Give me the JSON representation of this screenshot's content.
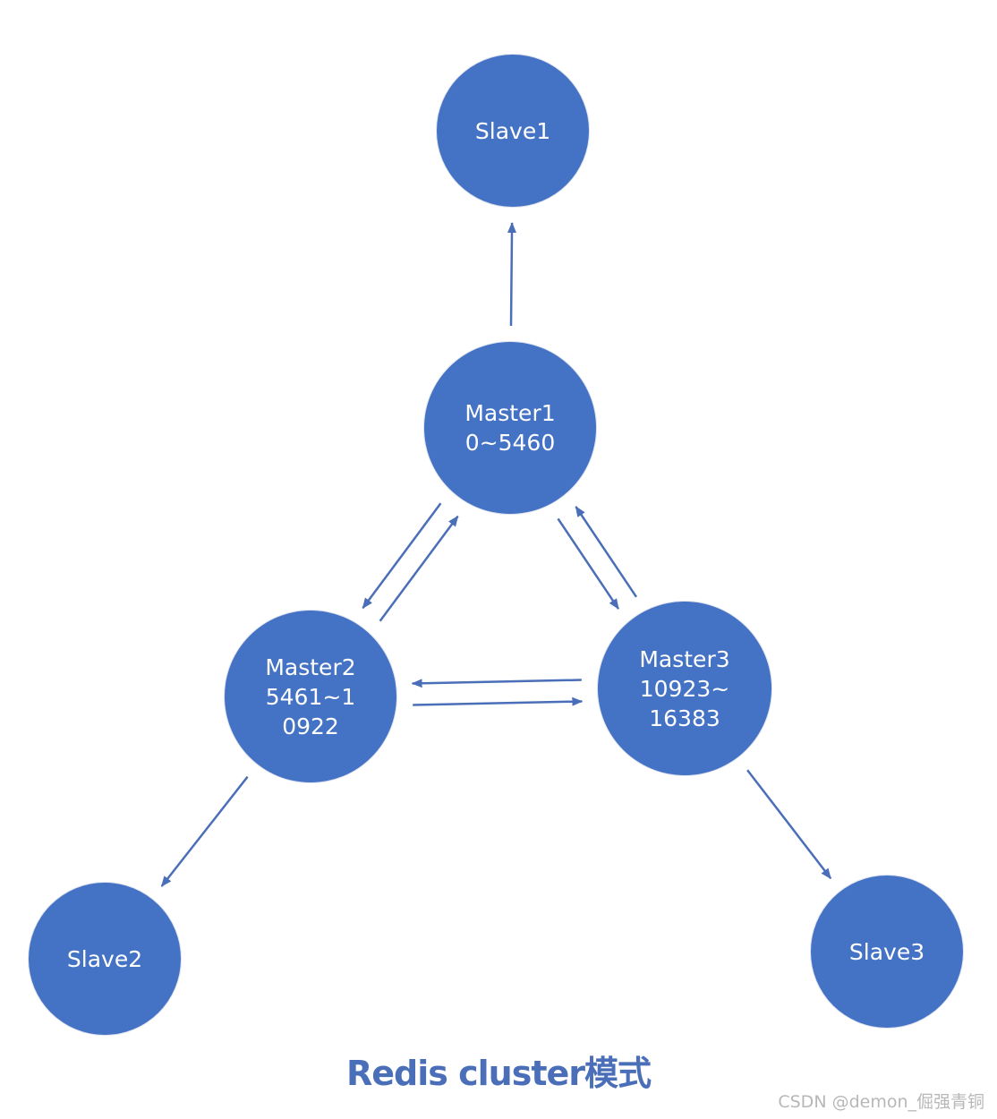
{
  "colors": {
    "node_fill": "#4472c4",
    "node_text": "#ffffff",
    "arrow": "#4a6fb8",
    "caption": "#4a6fb8",
    "watermark": "#b7b7b7"
  },
  "nodes": {
    "slave1": {
      "lines": [
        "Slave1"
      ]
    },
    "master1": {
      "lines": [
        "Master1",
        "0~5460"
      ]
    },
    "master2": {
      "lines": [
        "Master2",
        "5461~1",
        "0922"
      ]
    },
    "master3": {
      "lines": [
        "Master3",
        "10923~",
        "16383"
      ]
    },
    "slave2": {
      "lines": [
        "Slave2"
      ]
    },
    "slave3": {
      "lines": [
        "Slave3"
      ]
    }
  },
  "edges": [
    {
      "from": "master1",
      "to": "slave1"
    },
    {
      "from": "master1",
      "to": "master2"
    },
    {
      "from": "master2",
      "to": "master1"
    },
    {
      "from": "master1",
      "to": "master3"
    },
    {
      "from": "master3",
      "to": "master1"
    },
    {
      "from": "master2",
      "to": "master3"
    },
    {
      "from": "master3",
      "to": "master2"
    },
    {
      "from": "master2",
      "to": "slave2"
    },
    {
      "from": "master3",
      "to": "slave3"
    }
  ],
  "caption": "Redis cluster模式",
  "watermark": "CSDN @demon_倔强青铜"
}
